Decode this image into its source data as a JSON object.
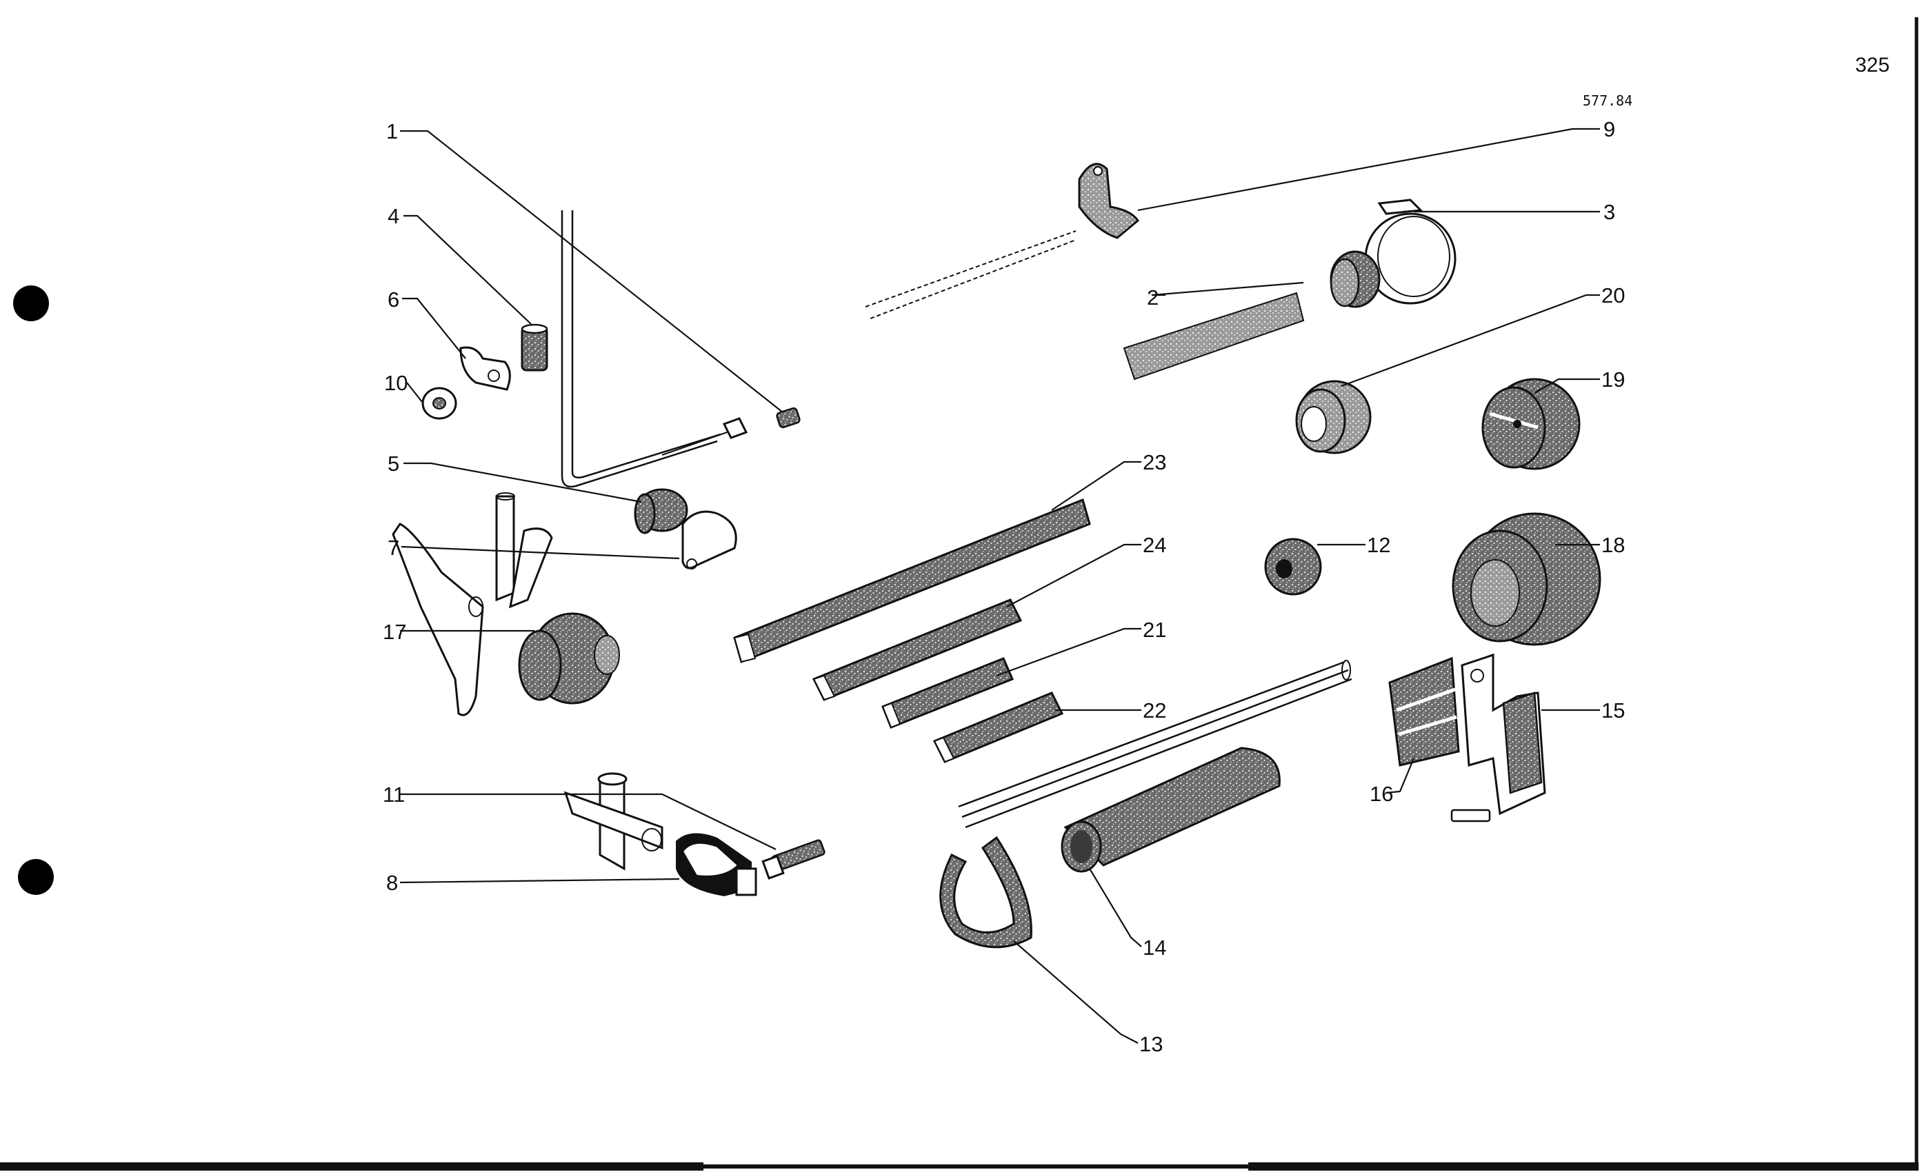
{
  "page": {
    "number": "325",
    "drawing_ref": "577.84"
  },
  "callouts": {
    "c1": "1",
    "c2": "2",
    "c3": "3",
    "c4": "4",
    "c5": "5",
    "c6": "6",
    "c7": "7",
    "c8": "8",
    "c9": "9",
    "c10": "10",
    "c11": "11",
    "c12": "12",
    "c13": "13",
    "c14": "14",
    "c15": "15",
    "c16": "16",
    "c17": "17",
    "c18": "18",
    "c19": "19",
    "c20": "20",
    "c21": "21",
    "c22": "22",
    "c23": "23",
    "c24": "24"
  }
}
